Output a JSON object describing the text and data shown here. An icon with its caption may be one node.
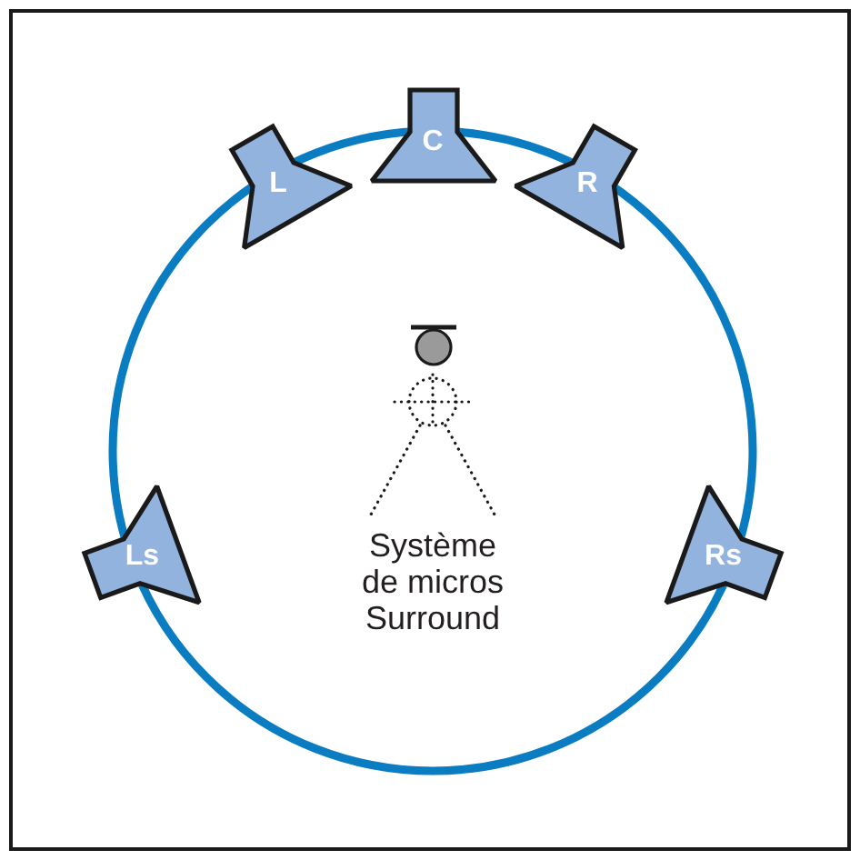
{
  "diagram": {
    "nodes": [
      {
        "text": [
          "L"
        ]
      },
      {
        "text": [
          "C"
        ]
      },
      {
        "text": [
          "R"
        ]
      },
      {
        "text": [
          "Ls"
        ]
      },
      {
        "text": [
          "Rs"
        ]
      }
    ],
    "labels": [
      "Système de micros Surround"
    ]
  }
}
